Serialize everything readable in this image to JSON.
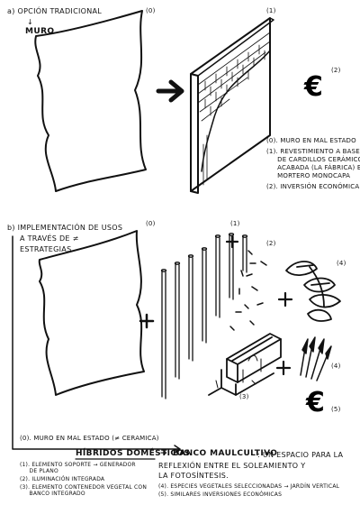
{
  "section_a": {
    "title": "a) OPCIÓN TRADICIONAL",
    "arrow": "↓",
    "subtitle": "MURO",
    "label_0": "(0)",
    "label_1": "(1)",
    "euro": "€",
    "euro_label": "(2)",
    "notes": [
      "(0). MURO EN MAL ESTADO",
      "(1). REVESTIMIENTO A BASE",
      "     DE CARDILLOS CERÁMICOS",
      "     ACABADA (LA FÁBRICA) EN",
      "     MORTERO MONOCAPA",
      "(2). INVERSIÓN ECONÓMICA"
    ]
  },
  "section_b": {
    "title_lines": [
      "b) IMPLEMENTACIÓN DE USOS",
      "A TRAVÉS DE ≠",
      "ESTRATEGIAS"
    ],
    "label_0": "(0)",
    "label_1": "(1)",
    "label_2": "(2)",
    "label_3": "(3)",
    "label_4a": "(4)",
    "label_4b": "(4)",
    "euro": "€",
    "euro_label": "(5)",
    "wall_note": "(0). MURO EN MAL ESTADO (≠ CERAMICA)",
    "headline_left": "HÍBRIDOS DOMÉSTICOS",
    "headline_arrow": "→",
    "headline_right": "BANCO MAULCULTIVO",
    "headline_desc": ": UN ESPACIO PARA LA",
    "desc_lines": [
      "REFLEXIÓN ENTRE EL SOLEAMIENTO Y",
      "LA FOTOSÍNTESIS."
    ],
    "legend_left": [
      "(1). ELEMENTO SOPORTE → GENERADOR",
      "     DE PLANO",
      "(2). ILUMINACIÓN INTEGRADA",
      "(3). ELEMENTO CONTENEDOR VEGETAL CON",
      "     BANCO INTEGRADO"
    ],
    "legend_right": [
      "(4). ESPECIES VEGETALES SELECCIONADAS → JARDÍN VERTICAL",
      "(5). SIMILARES INVERSIONES ECONÓMICAS"
    ]
  }
}
